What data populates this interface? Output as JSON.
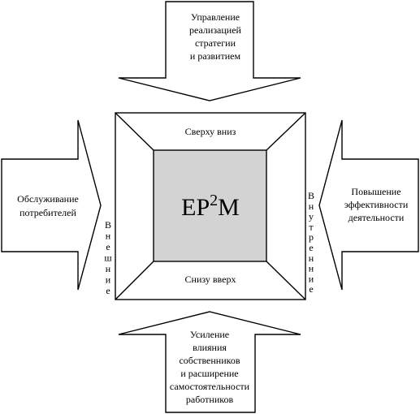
{
  "arrows": {
    "top": [
      "Управление",
      "реализацией",
      "стратегии",
      "и развитием"
    ],
    "left": [
      "Обслуживание",
      "потребителей"
    ],
    "right": [
      "Повышение",
      "эффективности",
      "деятельности"
    ],
    "bottom": [
      "Усиление",
      "влияния",
      "собственников",
      "и расширение",
      "самостоятельности",
      "работников"
    ]
  },
  "frame": {
    "top_label": "Сверху вниз",
    "bottom_label": "Снизу вверх"
  },
  "core": {
    "base": "EP",
    "sup": "2",
    "tail": "M"
  },
  "side_labels": {
    "left_vertical": "Внешние",
    "right_vertical": "Внутренние"
  },
  "colors": {
    "core_fill": "#d3d3d3",
    "stroke": "#000000"
  }
}
